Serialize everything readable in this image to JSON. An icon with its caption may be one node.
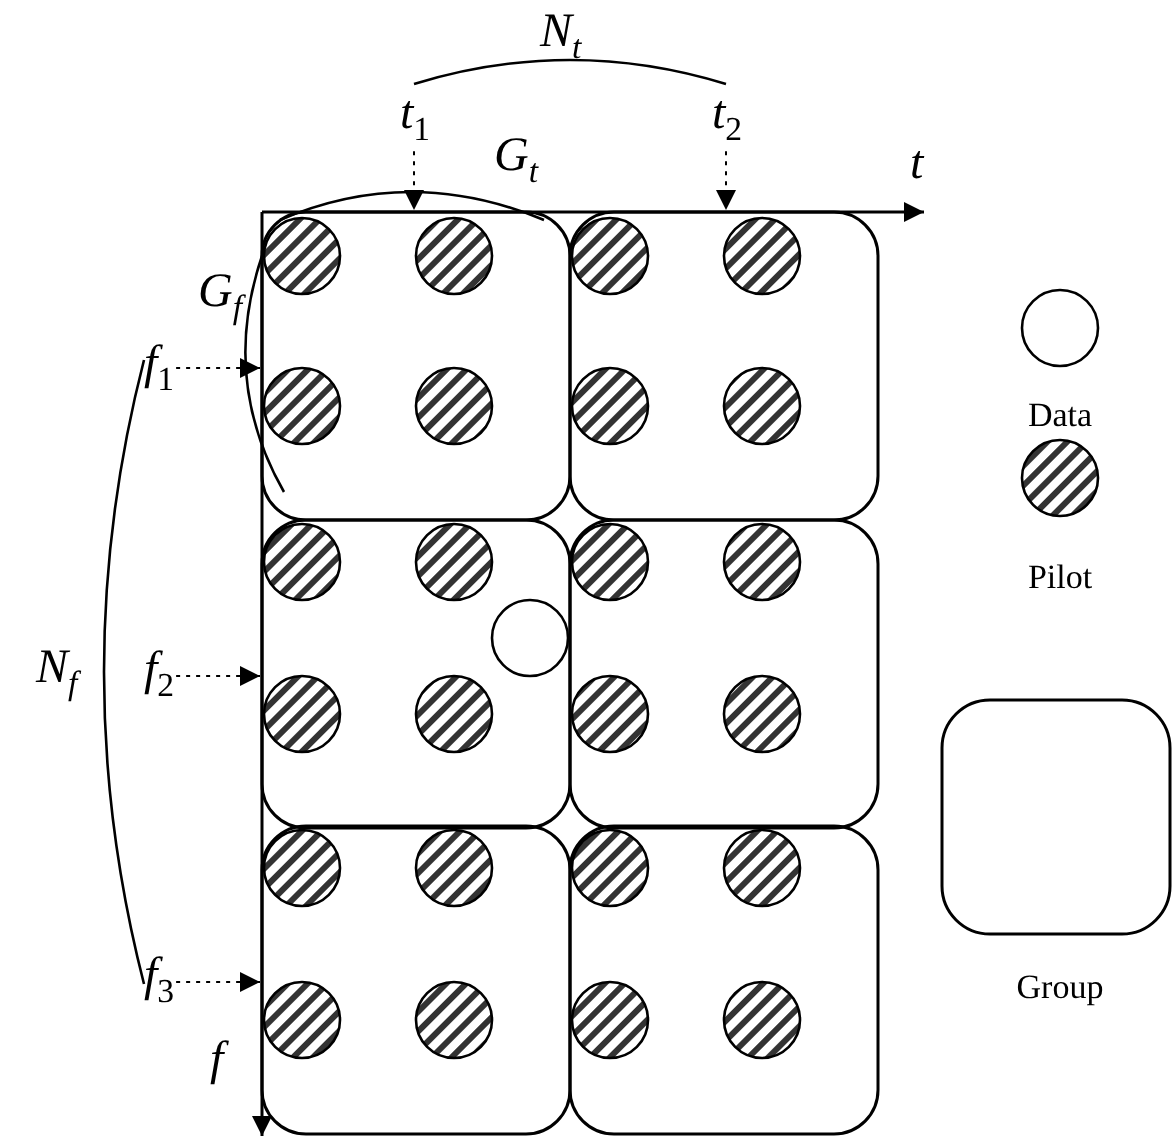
{
  "diagram": {
    "nodes": [
      {
        "text": [
          "t$_{1}$"
        ]
      },
      {
        "text": [
          "t$_{2}$"
        ]
      },
      {
        "text": [
          "f$_{1}$"
        ]
      },
      {
        "text": [
          "f$_{2}$"
        ]
      },
      {
        "text": [
          "f$_{3}$"
        ]
      }
    ],
    "edges": [
      {
        "from": 0,
        "to": null,
        "arrow": "to",
        "style": "dashed"
      },
      {
        "from": 1,
        "to": null,
        "arrow": "to",
        "style": "dashed"
      },
      {
        "from": 2,
        "to": null,
        "arrow": "to",
        "style": "dashed"
      },
      {
        "from": 3,
        "to": null,
        "arrow": "to",
        "style": "dashed"
      },
      {
        "from": 4,
        "to": null,
        "arrow": "to",
        "style": "dashed"
      }
    ],
    "labels": [
      "N$_{t}$",
      "G$_{t}$",
      "t",
      "G$_{f}$",
      "N$_{f}$",
      "f"
    ],
    "legend": [
      {
        "text": "Data"
      },
      {
        "text": "Pilot"
      },
      {
        "text": "Group"
      }
    ]
  }
}
